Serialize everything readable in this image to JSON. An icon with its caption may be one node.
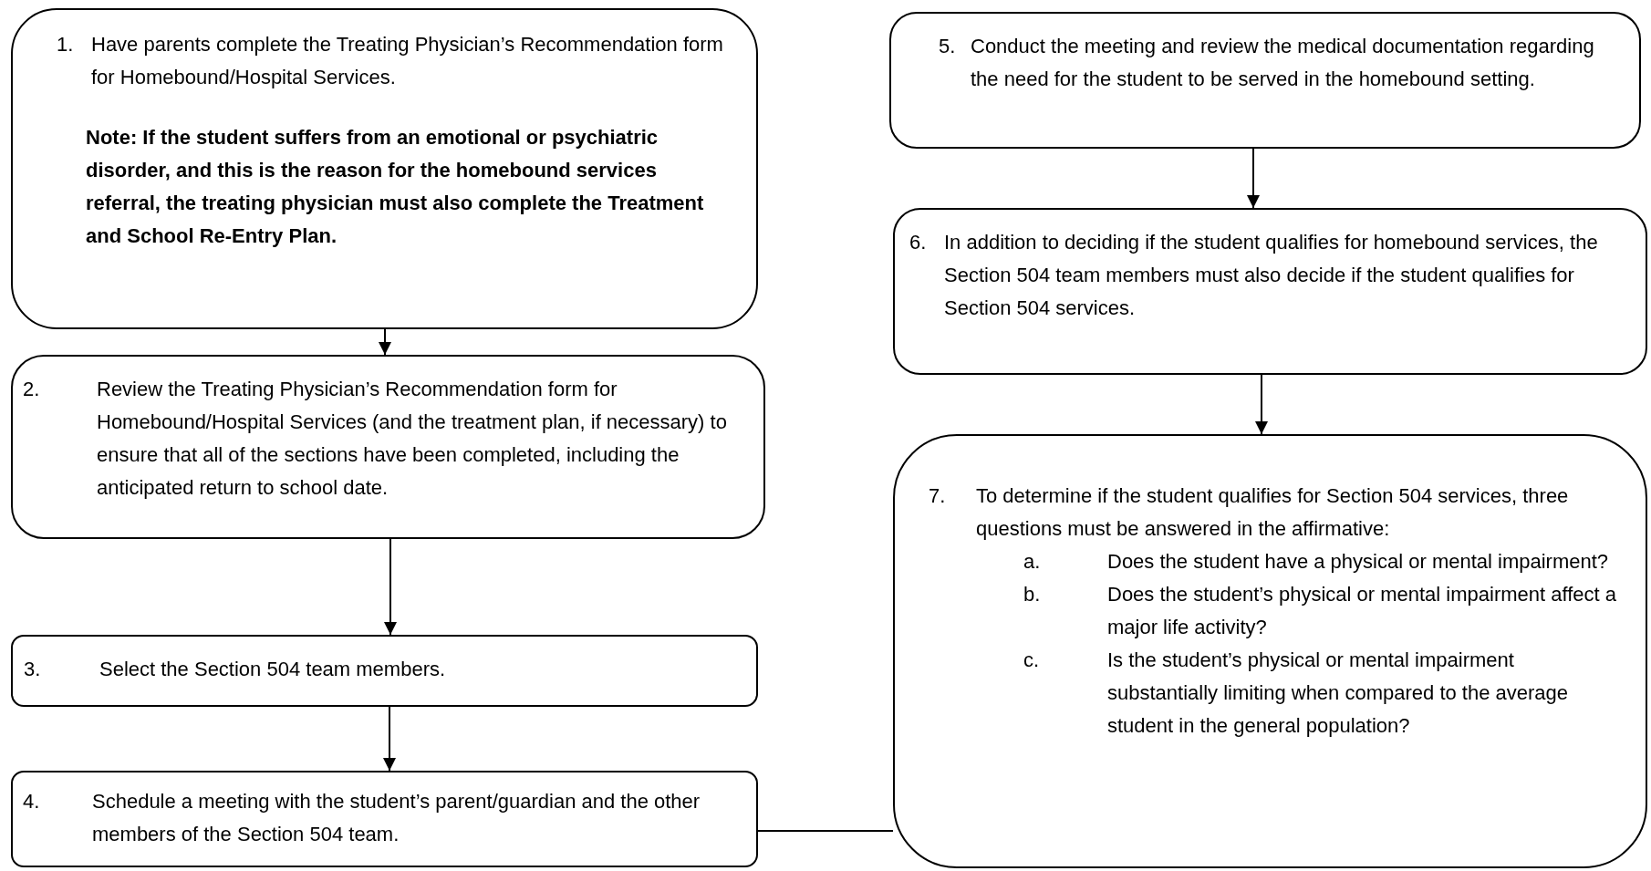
{
  "diagram": {
    "nodes": [
      {
        "text": [
          "1.",
          "Have parents complete the Treating Physician’s Recommendation form for Homebound/Hospital Services.",
          "Note: If the student suffers from an emotional or psychiatric disorder, and this is the reason for the homebound services referral, the treating physician must also complete the Treatment and School Re-Entry Plan."
        ]
      },
      {
        "text": [
          "2.",
          "Review the Treating Physician’s Recommendation form for Homebound/Hospital Services (and the treatment plan, if necessary) to ensure that all of the sections have been completed, including the anticipated return to school date."
        ]
      },
      {
        "text": [
          "3.",
          "Select the Section 504 team members."
        ]
      },
      {
        "text": [
          "4.",
          "Schedule a meeting with the student’s parent/guardian and the other members of the Section 504 team."
        ]
      },
      {
        "text": [
          "5.",
          "Conduct the meeting and review the medical documentation regarding the need for the student to be served in the homebound setting."
        ]
      },
      {
        "text": [
          "6.",
          "In addition to deciding if the student qualifies for homebound services, the Section 504 team members must also decide if the student qualifies for Section 504 services."
        ]
      },
      {
        "text": [
          "7.",
          "To determine if the student qualifies for Section 504 services, three questions must be answered in the affirmative:",
          "a.",
          "Does the student have a physical or mental impairment?",
          "b.",
          "Does the student’s physical or mental impairment affect a major life activity?",
          "c.",
          "Is the student’s physical or mental impairment substantially limiting when compared to the average student in the general population?"
        ]
      }
    ],
    "edges": [
      {
        "from": 0,
        "to": 1,
        "arrow": "to"
      },
      {
        "from": 1,
        "to": 2,
        "arrow": "to"
      },
      {
        "from": 2,
        "to": 3,
        "arrow": "to"
      },
      {
        "from": 3,
        "to": 6,
        "arrow": "none"
      },
      {
        "from": 4,
        "to": 5,
        "arrow": "to"
      },
      {
        "from": 5,
        "to": 6,
        "arrow": "to"
      }
    ]
  }
}
